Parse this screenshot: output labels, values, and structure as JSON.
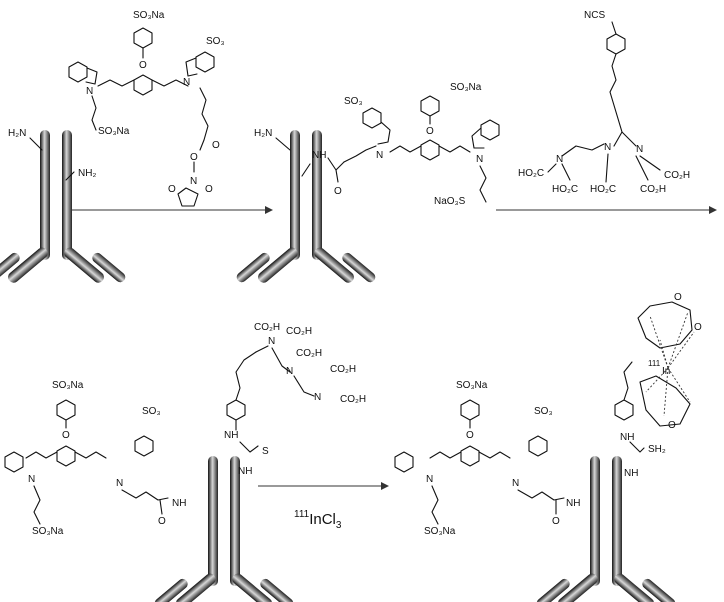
{
  "labels": {
    "h2n": "H₂N",
    "nh2": "NH₂",
    "nh": "NH",
    "so3na": "SO₃Na",
    "naso3": "NaO₃S",
    "so3neg": "SO₃",
    "o": "O",
    "n": "N",
    "nplus": "N",
    "ncs": "NCS",
    "ho2c": "HO₂C",
    "co2h": "CO₂H",
    "s": "S",
    "sh2": "SH₂",
    "in": "In",
    "in_mass": "111"
  },
  "reagent": {
    "mass": "111",
    "formula": "InCl",
    "sub": "3"
  },
  "colors": {
    "antibody_dark": "#222222",
    "antibody_light": "#cfcfcf",
    "arrow": "#333333"
  }
}
